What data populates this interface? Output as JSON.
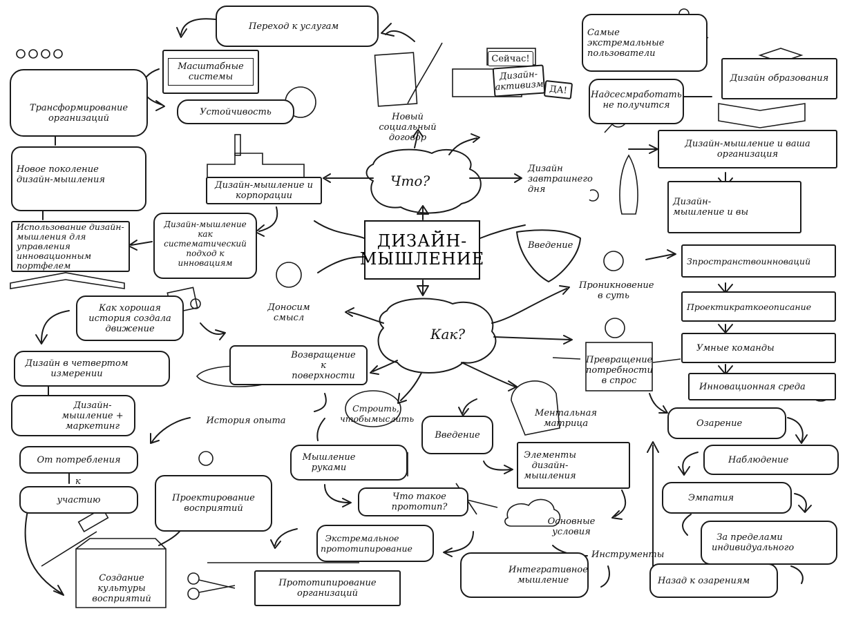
{
  "center": {
    "title": "ДИЗАЙН-\nМЫШЛЕНИЕ"
  },
  "hubs": {
    "what": "Что?",
    "how": "Как?",
    "intro_shield": "Введение"
  },
  "left_top": {
    "transform_org": "Трансформирование организаций",
    "scale_systems": "Масштабные системы",
    "transition_services": "Переход к услугам",
    "sustainability": "Устойчивость",
    "new_contract": "Новый социальный договор",
    "new_generation": "Новое поколение дизайн-мышления",
    "corporations": "Дизайн-мышление и корпорации",
    "systematic_approach": "Дизайн-мышление как систематический подход к инновациям",
    "portfolio": "Использование дизайн-мышления для управления инновационным портфелем"
  },
  "right_top": {
    "now": "Сейчас!",
    "activism": "Дизайн-активизм",
    "yes": "ДА!",
    "extreme_users": "Самые экстремальные пользователи",
    "overwork": "Надсесмработать не получится",
    "education": "Дизайн образования",
    "tomorrow": "Дизайн завтрашнего дня",
    "your_org": "Дизайн-мышление и ваша организация",
    "and_you": "Дизайн-мышление и вы"
  },
  "right_mid": {
    "insight_core": "Проникновение в суть",
    "space": "Зпространствоинноваций",
    "brief": "Проектикраткоеописание",
    "teams": "Умные команды",
    "environment": "Инновационная среда",
    "needs": "Превращение потребности в спрос"
  },
  "right_bottom": {
    "insight": "Озарение",
    "observation": "Наблюдение",
    "empathy": "Эмпатия",
    "beyond": "За пределами индивидуального",
    "back": "Назад к озарениям"
  },
  "left_mid": {
    "meaning": "Доносим смысл",
    "story": "Как хорошая история создала движение",
    "fourth_dim": "Дизайн в четвертом измерении",
    "marketing": "Дизайн-мышление + маркетинг",
    "surface": "Возвращение к поверхности",
    "experience": "История опыта"
  },
  "left_bottom": {
    "consumption": "От потребления",
    "to": "к",
    "participation": "участию",
    "perception_design": "Проектирование восприятий",
    "culture": "Создание культуры восприятий",
    "proto_org": "Прототипирование организаций"
  },
  "mid_bottom": {
    "build_think": "Строить, чтобымыслить",
    "hands": "Мышление руками",
    "prototype": "Что такое прототип?",
    "extreme_proto": "Экстремальное прототипирование",
    "intro": "Введение",
    "matrix": "Ментальная матрица",
    "elements": "Элементы дизайн-мышления",
    "conditions": "Основные условия",
    "tools": "Инструменты",
    "integrative": "Интегративное мышление"
  },
  "icons": [
    "thumbs-up-hand",
    "quill-pen",
    "recycle-arrows",
    "factory",
    "protest-people",
    "flying-person",
    "graduation-cap",
    "magnifier",
    "rocket",
    "astronaut",
    "teacher",
    "mosquito",
    "venn-circles",
    "book",
    "people-row",
    "fishbowl",
    "pressure-gauge",
    "lightning",
    "binoculars",
    "heart",
    "people-group",
    "light-bulb",
    "wristwatch",
    "fruit-basket",
    "submarine",
    "brain",
    "raised-hands",
    "airplane",
    "film-camera",
    "cloud",
    "wrench",
    "head-with-glasses",
    "scissors",
    "paper-chain",
    "hammer",
    "box",
    "waving-man",
    "open-book",
    "sign-holder",
    "smiling-face"
  ]
}
